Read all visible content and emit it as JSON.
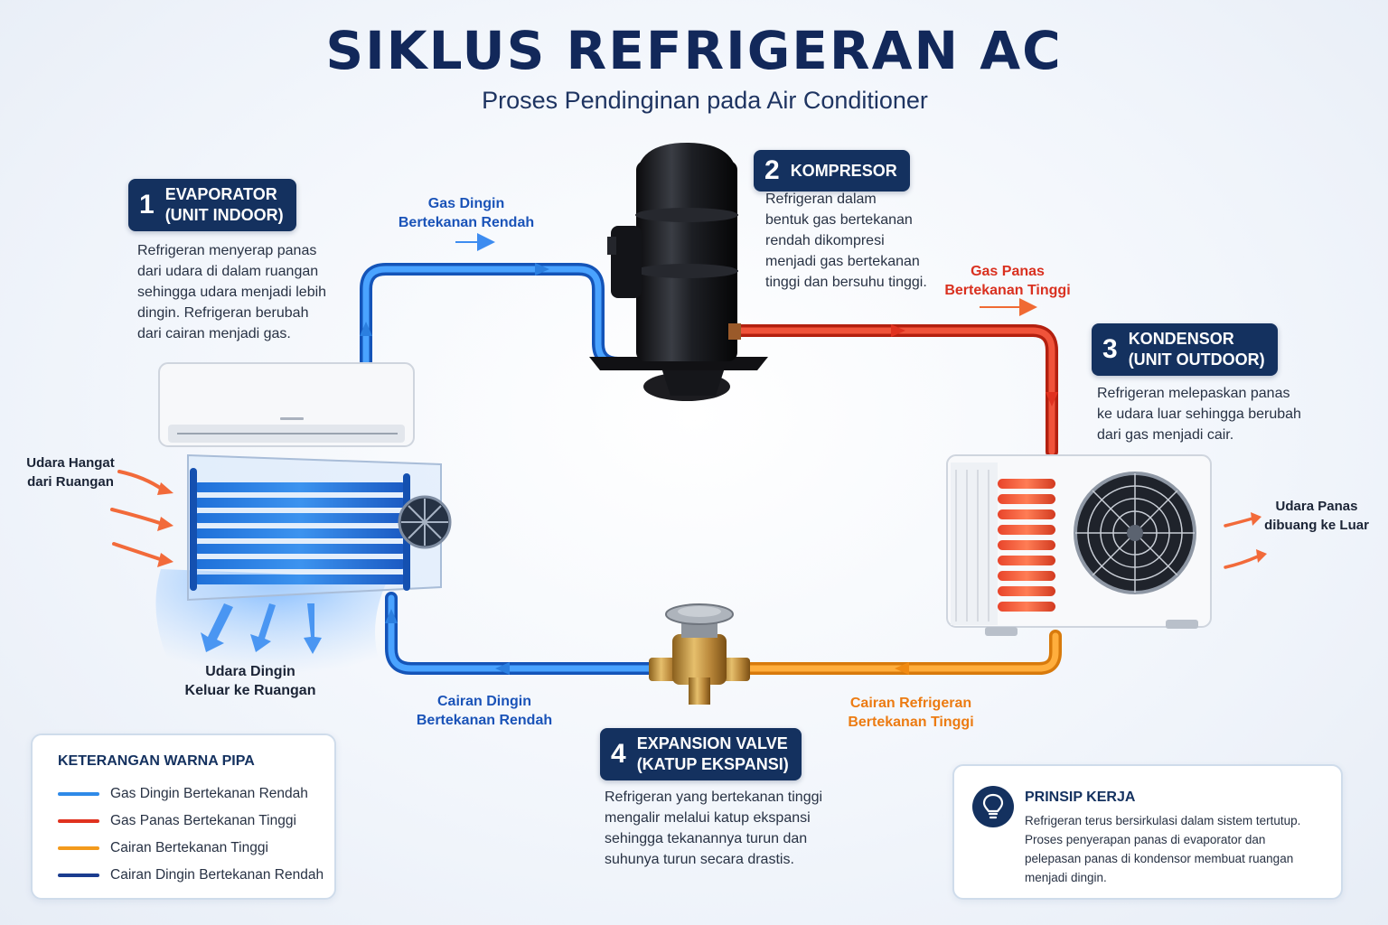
{
  "header": {
    "title": "SIKLUS REFRIGERAN AC",
    "subtitle": "Proses Pendinginan pada Air Conditioner"
  },
  "steps": [
    {
      "number": "1",
      "title_line1": "EVAPORATOR",
      "title_line2": "(UNIT INDOOR)",
      "description": [
        "Refrigeran menyerap panas",
        "dari udara di dalam ruangan",
        "sehingga udara menjadi lebih",
        "dingin. Refrigeran berubah",
        "dari cairan menjadi gas."
      ]
    },
    {
      "number": "2",
      "title_line1": "KOMPRESOR",
      "title_line2": "",
      "description": [
        "Refrigeran dalam",
        "bentuk gas bertekanan",
        "rendah dikompresi",
        "menjadi gas bertekanan",
        "tinggi dan bersuhu tinggi."
      ]
    },
    {
      "number": "3",
      "title_line1": "KONDENSOR",
      "title_line2": "(UNIT OUTDOOR)",
      "description": [
        "Refrigeran melepaskan panas",
        "ke udara luar sehingga berubah",
        "dari gas menjadi cair."
      ]
    },
    {
      "number": "4",
      "title_line1": "EXPANSION VALVE",
      "title_line2": "(KATUP EKSPANSI)",
      "description": [
        "Refrigeran yang bertekanan tinggi",
        "mengalir melalui katup ekspansi",
        "sehingga tekanannya turun dan",
        "suhunya turun secara drastis."
      ]
    }
  ],
  "flow_labels": {
    "gas_dingin": [
      "Gas Dingin",
      "Bertekanan Rendah"
    ],
    "gas_panas": [
      "Gas Panas",
      "Bertekanan Tinggi"
    ],
    "cairan_refrigeran": [
      "Cairan Refrigeran",
      "Bertekanan Tinggi"
    ],
    "cairan_dingin": [
      "Cairan Dingin",
      "Bertekanan Rendah"
    ]
  },
  "air_labels": {
    "warm_in": [
      "Udara Hangat",
      "dari Ruangan"
    ],
    "cold_out": [
      "Udara Dingin",
      "Keluar ke Ruangan"
    ],
    "hot_out": [
      "Udara Panas",
      "dibuang ke Luar"
    ]
  },
  "legend": {
    "title": "KETERANGAN WARNA PIPA",
    "items": [
      {
        "label": "Gas Dingin Bertekanan Rendah",
        "color": "#2f8ae8"
      },
      {
        "label": "Gas Panas Bertekanan Tinggi",
        "color": "#e0321f"
      },
      {
        "label": "Cairan Bertekanan Tinggi",
        "color": "#f39a1c"
      },
      {
        "label": "Cairan Dingin Bertekanan Rendah",
        "color": "#1a3c8f"
      }
    ]
  },
  "principle": {
    "title": "PRINSIP KERJA",
    "text": [
      "Refrigeran terus bersirkulasi dalam sistem tertutup.",
      "Proses penyerapan panas di evaporator dan",
      "pelepasan panas di kondensor membuat ruangan",
      "menjadi dingin."
    ],
    "icon": "lightbulb-icon"
  },
  "colors": {
    "navy": "#14315f",
    "pipe_cold": "#2f8ae8",
    "pipe_hot": "#e0321f",
    "pipe_liquid": "#f39a1c"
  }
}
